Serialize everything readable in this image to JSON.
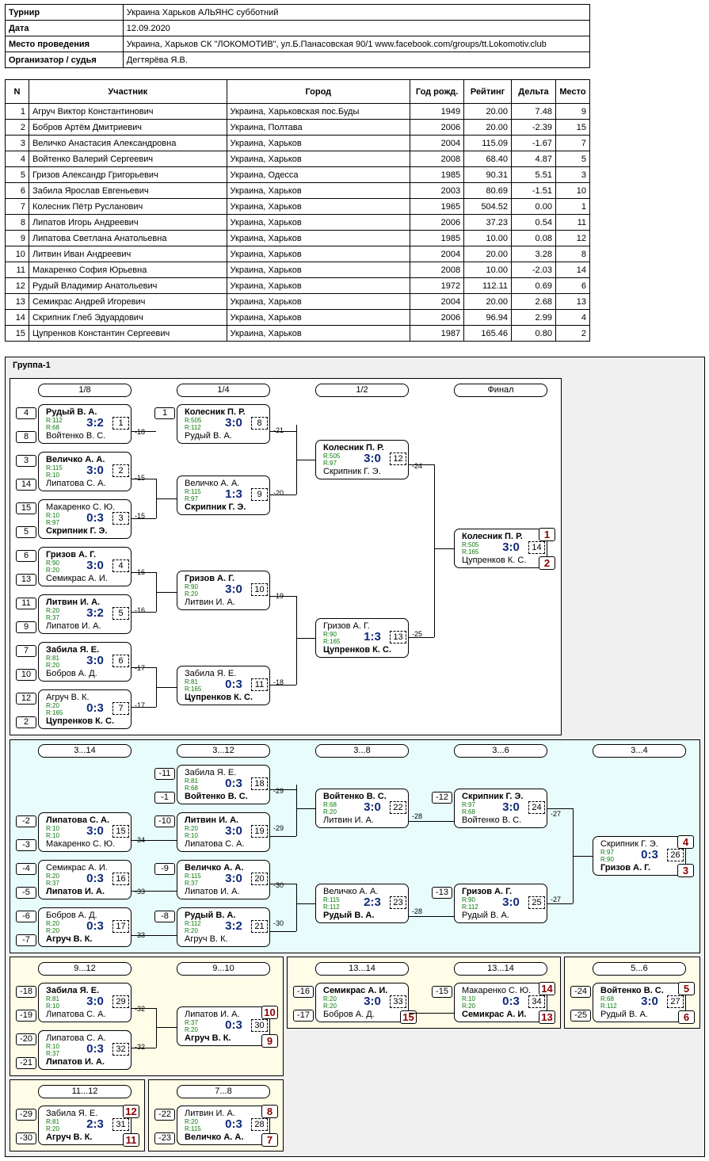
{
  "info": [
    {
      "k": "Турнир",
      "v": "Украина Харьков АЛЬЯНС субботний"
    },
    {
      "k": "Дата",
      "v": "12.09.2020"
    },
    {
      "k": "Место проведения",
      "v": "Украина, Харьков СК \"ЛОКОМОТИВ\", ул.Б.Панасовская 90/1 www.facebook.com/groups/tt.Lokomotiv.club"
    },
    {
      "k": "Организатор / судья",
      "v": "Дегтярёва Я.В."
    }
  ],
  "players": {
    "headers": [
      "N",
      "Участник",
      "Город",
      "Год рожд.",
      "Рейтинг",
      "Дельта",
      "Место"
    ],
    "rows": [
      [
        "1",
        "Агруч Виктор Константинович",
        "Украина, Харьковская пос.Буды",
        "1949",
        "20.00",
        "7.48",
        "9"
      ],
      [
        "2",
        "Бобров Артём Дмитриевич",
        "Украина, Полтава",
        "2006",
        "20.00",
        "-2.39",
        "15"
      ],
      [
        "3",
        "Величко Анастасия Александровна",
        "Украина, Харьков",
        "2004",
        "115.09",
        "-1.67",
        "7"
      ],
      [
        "4",
        "Войтенко Валерий Сергеевич",
        "Украина, Харьков",
        "2008",
        "68.40",
        "4.87",
        "5"
      ],
      [
        "5",
        "Гризов Александр Григорьевич",
        "Украина, Одесса",
        "1985",
        "90.31",
        "5.51",
        "3"
      ],
      [
        "6",
        "Забила Ярослав Евгеньевич",
        "Украина, Харьков",
        "2003",
        "80.69",
        "-1.51",
        "10"
      ],
      [
        "7",
        "Колесник Пётр Русланович",
        "Украина, Харьков",
        "1965",
        "504.52",
        "0.00",
        "1"
      ],
      [
        "8",
        "Липатов Игорь Андреевич",
        "Украина, Харьков",
        "2006",
        "37.23",
        "0.54",
        "11"
      ],
      [
        "9",
        "Липатова Светлана Анатольевна",
        "Украина, Харьков",
        "1985",
        "10.00",
        "0.08",
        "12"
      ],
      [
        "10",
        "Литвин Иван Андреевич",
        "Украина, Харьков",
        "2004",
        "20.00",
        "3.28",
        "8"
      ],
      [
        "11",
        "Макаренко София Юрьевна",
        "Украина, Харьков",
        "2008",
        "10.00",
        "-2.03",
        "14"
      ],
      [
        "12",
        "Рудый Владимир Анатольевич",
        "Украина, Харьков",
        "1972",
        "112.11",
        "0.69",
        "6"
      ],
      [
        "13",
        "Семикрас Андрей  Игоревич",
        "Украина, Харьков",
        "2004",
        "20.00",
        "2.68",
        "13"
      ],
      [
        "14",
        "Скрипник Глеб Эдуардович",
        "Украина, Харьков",
        "2006",
        "96.94",
        "2.99",
        "4"
      ],
      [
        "15",
        "Цупренков Константин Сергеевич",
        "Украина, Харьков",
        "1987",
        "165.46",
        "0.80",
        "2"
      ]
    ]
  },
  "group": {
    "title": "Группа-1"
  },
  "headers": [
    "1/8",
    "1/4",
    "1/2",
    "Финал",
    "3...14",
    "3...12",
    "3...8",
    "3...6",
    "3...4",
    "9...12",
    "9...10",
    "13...14",
    "13...14",
    "5...6",
    "11...12",
    "7...8"
  ],
  "matches": [
    {
      "p1": "Рудый В. А.",
      "r1": "R:112",
      "p2": "Войтенко В. С.",
      "r2": "R:68",
      "score": "3:2",
      "num": "1",
      "win": 1
    },
    {
      "p1": "Величко А. А.",
      "r1": "R:115",
      "p2": "Липатова С. А.",
      "r2": "R:10",
      "score": "3:0",
      "num": "2",
      "win": 1
    },
    {
      "p1": "Макаренко С. Ю.",
      "r1": "R:10",
      "p2": "Скрипник Г. Э.",
      "r2": "R:97",
      "score": "0:3",
      "num": "3",
      "win": 2
    },
    {
      "p1": "Гризов А. Г.",
      "r1": "R:90",
      "p2": "Семикрас А. И.",
      "r2": "R:20",
      "score": "3:0",
      "num": "4",
      "win": 1
    },
    {
      "p1": "Литвин И. А.",
      "r1": "R:20",
      "p2": "Липатов И. А.",
      "r2": "R:37",
      "score": "3:2",
      "num": "5",
      "win": 1
    },
    {
      "p1": "Забила Я. Е.",
      "r1": "R:81",
      "p2": "Бобров А. Д.",
      "r2": "R:20",
      "score": "3:0",
      "num": "6",
      "win": 1
    },
    {
      "p1": "Агруч В. К.",
      "r1": "R:20",
      "p2": "Цупренков К. С.",
      "r2": "R:165",
      "score": "0:3",
      "num": "7",
      "win": 2
    },
    {
      "p1": "Колесник П. Р.",
      "r1": "R:505",
      "p2": "Рудый В. А.",
      "r2": "R:112",
      "score": "3:0",
      "num": "8",
      "win": 1
    },
    {
      "p1": "Величко А. А.",
      "r1": "R:115",
      "p2": "Скрипник Г. Э.",
      "r2": "R:97",
      "score": "1:3",
      "num": "9",
      "win": 2
    },
    {
      "p1": "Гризов А. Г.",
      "r1": "R:90",
      "p2": "Литвин И. А.",
      "r2": "R:20",
      "score": "3:0",
      "num": "10",
      "win": 1
    },
    {
      "p1": "Забила Я. Е.",
      "r1": "R:81",
      "p2": "Цупренков К. С.",
      "r2": "R:165",
      "score": "0:3",
      "num": "11",
      "win": 2
    },
    {
      "p1": "Колесник П. Р.",
      "r1": "R:505",
      "p2": "Скрипник Г. Э.",
      "r2": "R:97",
      "score": "3:0",
      "num": "12",
      "win": 1
    },
    {
      "p1": "Гризов А. Г.",
      "r1": "R:90",
      "p2": "Цупренков К. С.",
      "r2": "R:165",
      "score": "1:3",
      "num": "13",
      "win": 2
    },
    {
      "p1": "Колесник П. Р.",
      "r1": "R:505",
      "p2": "Цупренков К. С.",
      "r2": "R:165",
      "score": "3:0",
      "num": "14",
      "win": 1
    },
    {
      "p1": "Липатова С. А.",
      "r1": "R:10",
      "p2": "Макаренко С. Ю.",
      "r2": "R:10",
      "score": "3:0",
      "num": "15",
      "win": 1
    },
    {
      "p1": "Семикрас А. И.",
      "r1": "R:20",
      "p2": "Липатов И. А.",
      "r2": "R:37",
      "score": "0:3",
      "num": "16",
      "win": 2
    },
    {
      "p1": "Бобров А. Д.",
      "r1": "R:20",
      "p2": "Агруч В. К.",
      "r2": "R:20",
      "score": "0:3",
      "num": "17",
      "win": 2
    },
    {
      "p1": "Забила Я. Е.",
      "r1": "R:81",
      "p2": "Войтенко В. С.",
      "r2": "R:68",
      "score": "0:3",
      "num": "18",
      "win": 2
    },
    {
      "p1": "Литвин И. А.",
      "r1": "R:20",
      "p2": "Липатова С. А.",
      "r2": "R:10",
      "score": "3:0",
      "num": "19",
      "win": 1
    },
    {
      "p1": "Величко А. А.",
      "r1": "R:115",
      "p2": "Липатов И. А.",
      "r2": "R:37",
      "score": "3:0",
      "num": "20",
      "win": 1
    },
    {
      "p1": "Рудый В. А.",
      "r1": "R:112",
      "p2": "Агруч В. К.",
      "r2": "R:20",
      "score": "3:2",
      "num": "21",
      "win": 1
    },
    {
      "p1": "Войтенко В. С.",
      "r1": "R:68",
      "p2": "Литвин И. А.",
      "r2": "R:20",
      "score": "3:0",
      "num": "22",
      "win": 1
    },
    {
      "p1": "Величко А. А.",
      "r1": "R:115",
      "p2": "Рудый В. А.",
      "r2": "R:112",
      "score": "2:3",
      "num": "23",
      "win": 2
    },
    {
      "p1": "Скрипник Г. Э.",
      "r1": "R:97",
      "p2": "Войтенко В. С.",
      "r2": "R:68",
      "score": "3:0",
      "num": "24",
      "win": 1
    },
    {
      "p1": "Гризов А. Г.",
      "r1": "R:90",
      "p2": "Рудый В. А.",
      "r2": "R:112",
      "score": "3:0",
      "num": "25",
      "win": 1
    },
    {
      "p1": "Скрипник Г. Э.",
      "r1": "R:97",
      "p2": "Гризов А. Г.",
      "r2": "R:90",
      "score": "0:3",
      "num": "26",
      "win": 2
    },
    {
      "p1": "Войтенко В. С.",
      "r1": "R:68",
      "p2": "Рудый В. А.",
      "r2": "R:112",
      "score": "3:0",
      "num": "27",
      "win": 1
    },
    {
      "p1": "Липатова С. А.",
      "r1": "R:10",
      "p2": "Липатов И. А.",
      "r2": "R:37",
      "score": "0:3",
      "num": "32",
      "win": 2
    },
    {
      "p1": "Литвин И. А.",
      "r1": "R:20",
      "p2": "Величко А. А.",
      "r2": "R:115",
      "score": "0:3",
      "num": "28",
      "win": 2
    },
    {
      "p1": "Забила Я. Е.",
      "r1": "R:81",
      "p2": "Липатова С. А.",
      "r2": "R:10",
      "score": "3:0",
      "num": "29",
      "win": 1
    },
    {
      "p1": "Липатов И. А.",
      "r1": "R:37",
      "p2": "Агруч В. К.",
      "r2": "R:20",
      "score": "0:3",
      "num": "30",
      "win": 2
    },
    {
      "p1": "Забила Я. Е.",
      "r1": "R:81",
      "p2": "Агруч В. К.",
      "r2": "R:20",
      "score": "2:3",
      "num": "31",
      "win": 2
    },
    {
      "p1": "Семикрас А. И.",
      "r1": "R:20",
      "p2": "Бобров А. Д.",
      "r2": "R:20",
      "score": "3:0",
      "num": "33",
      "win": 1
    },
    {
      "p1": "Макаренко С. Ю.",
      "r1": "R:10",
      "p2": "Семикрас А. И.",
      "r2": "R:20",
      "score": "0:3",
      "num": "34",
      "win": 2
    }
  ],
  "seeds": [
    "4",
    "8",
    "3",
    "14",
    "15",
    "5",
    "6",
    "13",
    "11",
    "9",
    "7",
    "10",
    "12",
    "2",
    "1",
    "-11",
    "-1",
    "-10",
    "-9",
    "-8",
    "-2",
    "-3",
    "-4",
    "-5",
    "-6",
    "-7",
    "-12",
    "-13",
    "-18",
    "-19",
    "-20",
    "-21",
    "-16",
    "-17",
    "-15",
    "-24",
    "-25",
    "-29",
    "-30",
    "-22",
    "-23"
  ],
  "labels": [
    "-18",
    "-15",
    "-15",
    "-16",
    "-16",
    "-17",
    "-17",
    "-21",
    "-20",
    "-19",
    "-18",
    "-24",
    "-25",
    "-29",
    "-29",
    "-34",
    "-30",
    "-33",
    "-30",
    "-33",
    "-28",
    "-28",
    "-27",
    "-27",
    "-32",
    "-32"
  ],
  "places": [
    "1",
    "2",
    "4",
    "3",
    "10",
    "9",
    "14",
    "15",
    "13",
    "5",
    "6",
    "12",
    "11",
    "8",
    "7"
  ]
}
